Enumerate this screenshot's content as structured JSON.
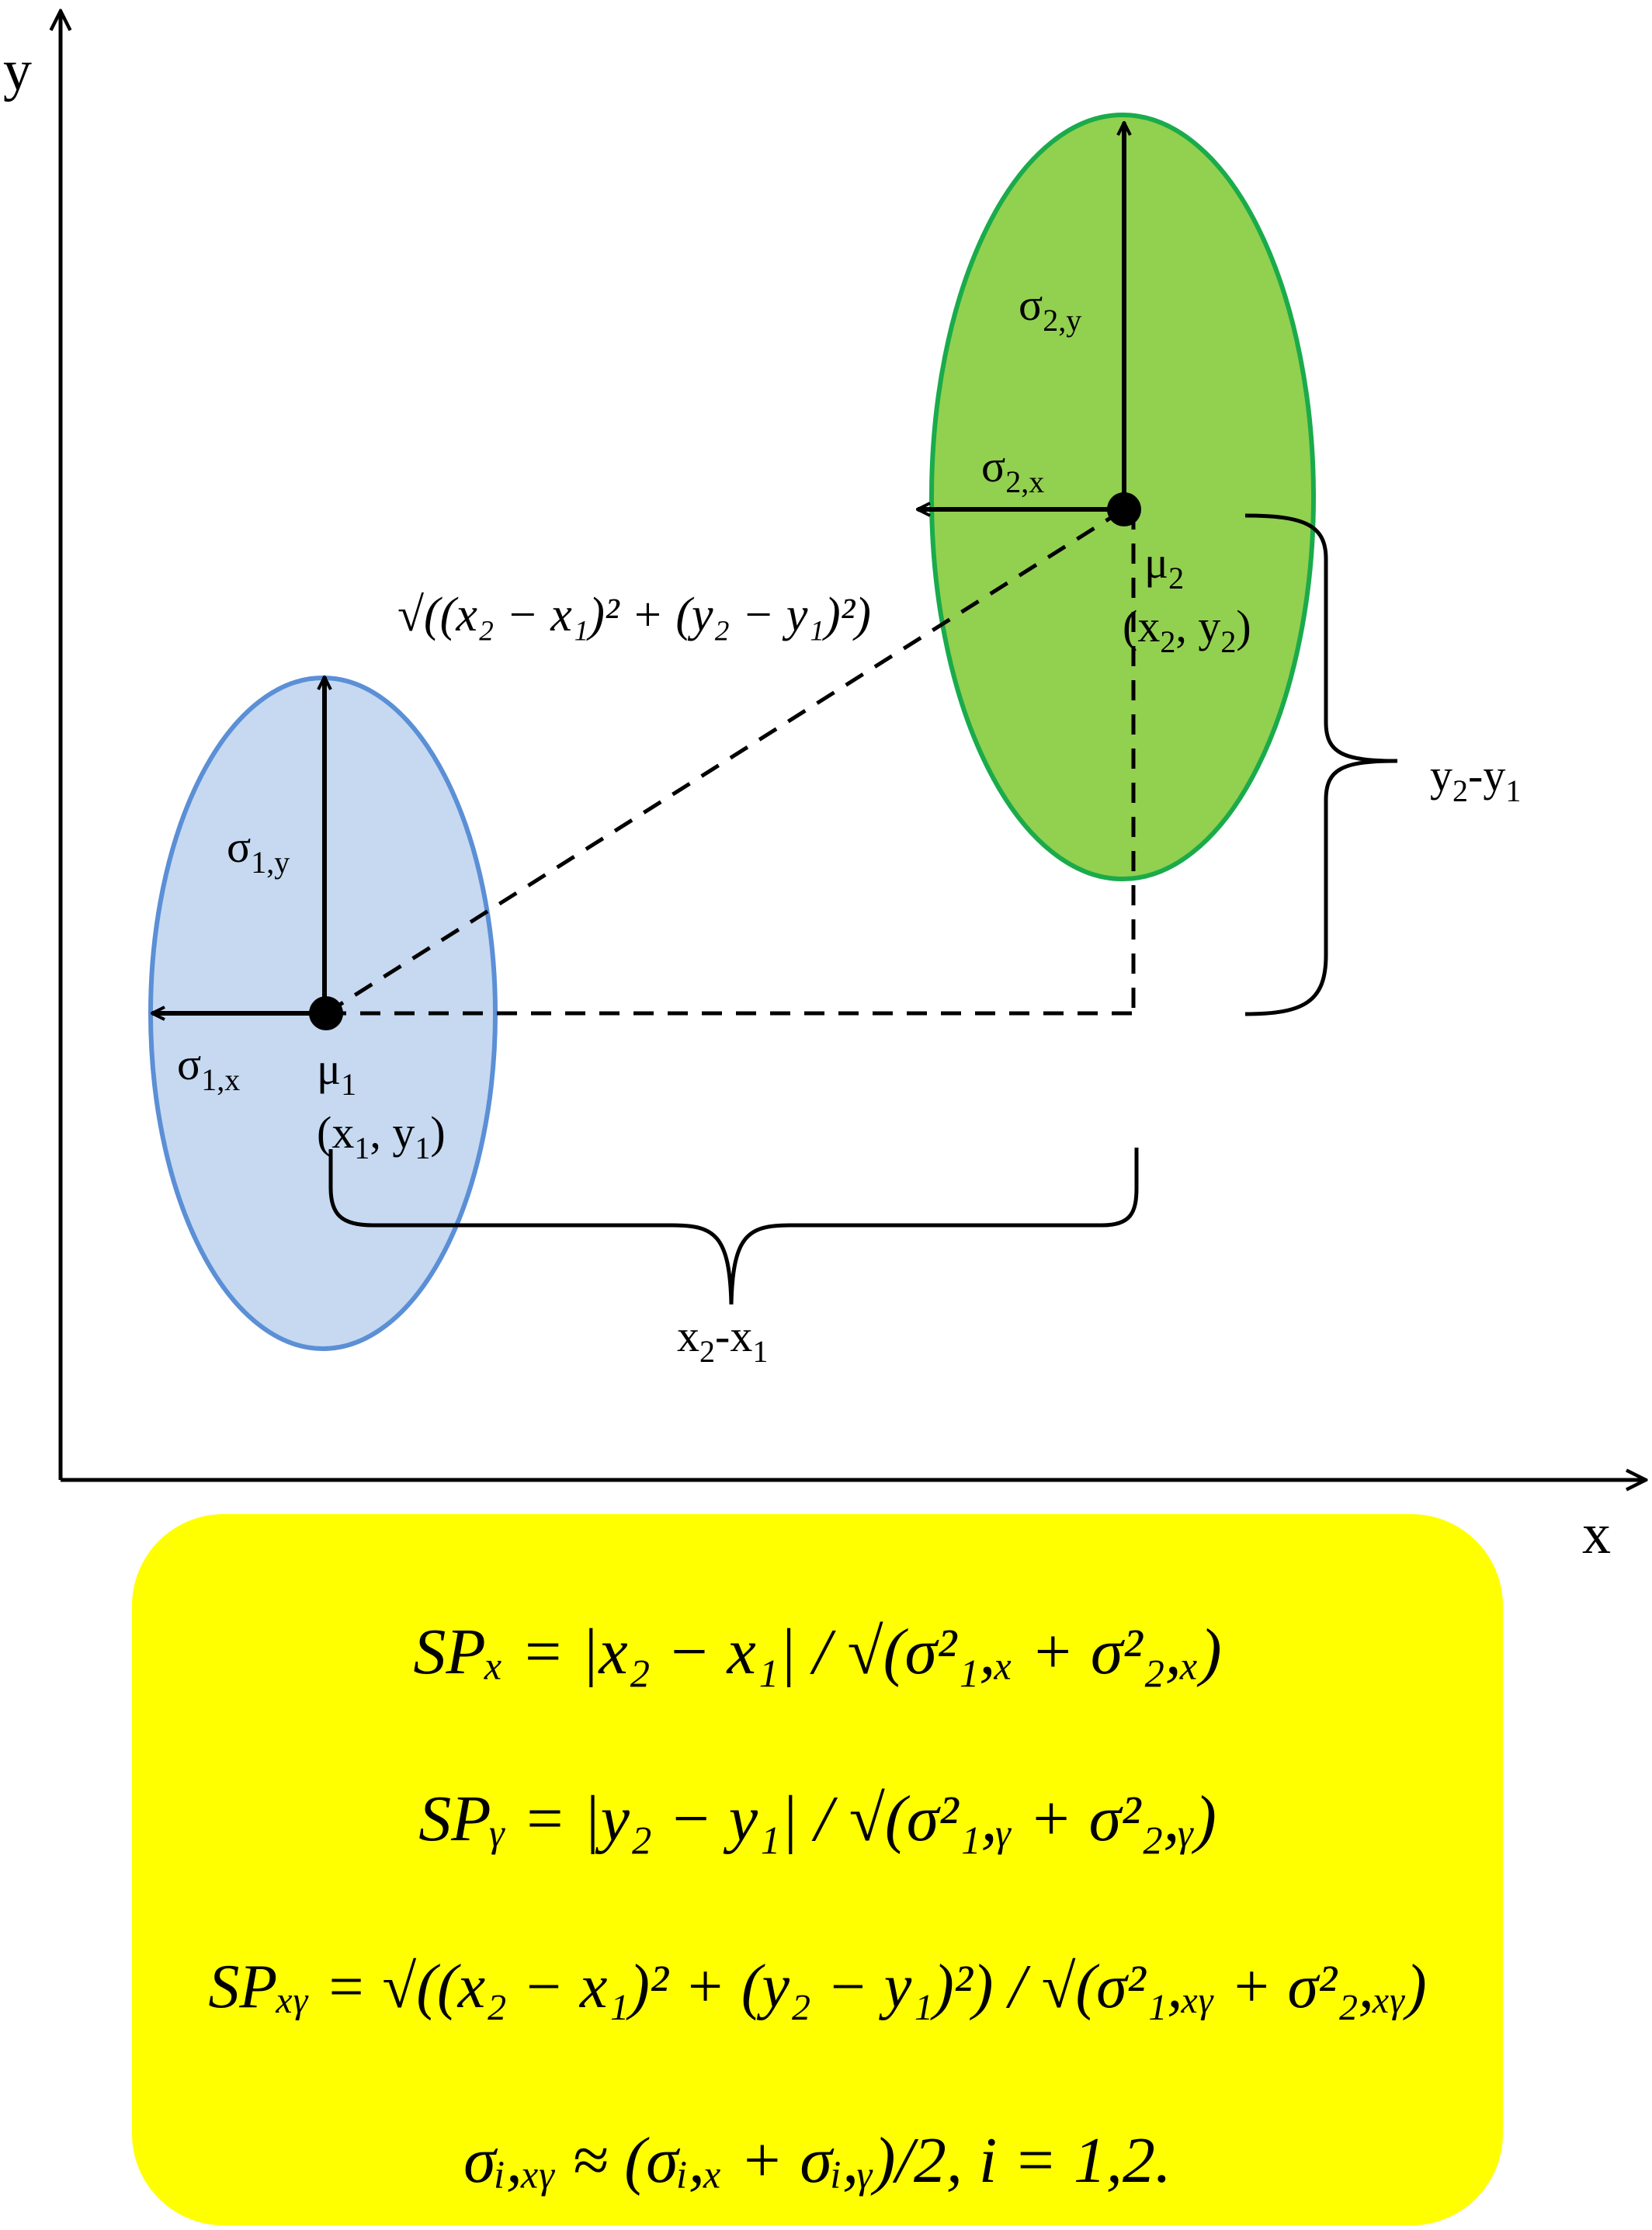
{
  "axes": {
    "x_label": "x",
    "y_label": "y"
  },
  "colors": {
    "ellipse1_fill": "#c6d9f1",
    "ellipse1_stroke": "#5b8fd6",
    "ellipse2_fill": "#92d050",
    "ellipse2_stroke": "#1aab4b",
    "formula_box": "#ffff00",
    "line": "#000000"
  },
  "cluster1": {
    "sigma_y": {
      "base": "σ",
      "sub": "1,y"
    },
    "sigma_x": {
      "base": "σ",
      "sub": "1,x"
    },
    "mu": {
      "base": "μ",
      "sub": "1"
    },
    "coord": {
      "open": "(x",
      "s1": "1",
      "mid": ", y",
      "s2": "1",
      "close": ")"
    }
  },
  "cluster2": {
    "sigma_y": {
      "base": "σ",
      "sub": "2,y"
    },
    "sigma_x": {
      "base": "σ",
      "sub": "2,x"
    },
    "mu": {
      "base": "μ",
      "sub": "2"
    },
    "coord": {
      "open": "(x",
      "s1": "2",
      "mid": ", y",
      "s2": "2",
      "close": ")"
    }
  },
  "braces": {
    "dy": {
      "a": "y",
      "a_sub": "2",
      "b": "-y",
      "b_sub": "1"
    },
    "dx": {
      "a": "x",
      "a_sub": "2",
      "b": "-x",
      "b_sub": "1"
    }
  },
  "distance_formula": "√((x₂ − x₁)² + (y₂ − y₁)²)",
  "formulas": {
    "spx": "SPₓ = |x₂ − x₁| / √(σ²₁,ₓ + σ²₂,ₓ)",
    "spy": "SPᵧ = |y₂ − y₁| / √(σ²₁,ᵧ + σ²₂,ᵧ)",
    "spxy": "SPₓᵧ = √((x₂ − x₁)² + (y₂ − y₁)²) / √(σ²₁,ₓᵧ + σ²₂,ₓᵧ)",
    "sigma_avg": "σᵢ,ₓᵧ ≈ (σᵢ,ₓ + σᵢ,ᵧ)/2, i = 1,2."
  }
}
